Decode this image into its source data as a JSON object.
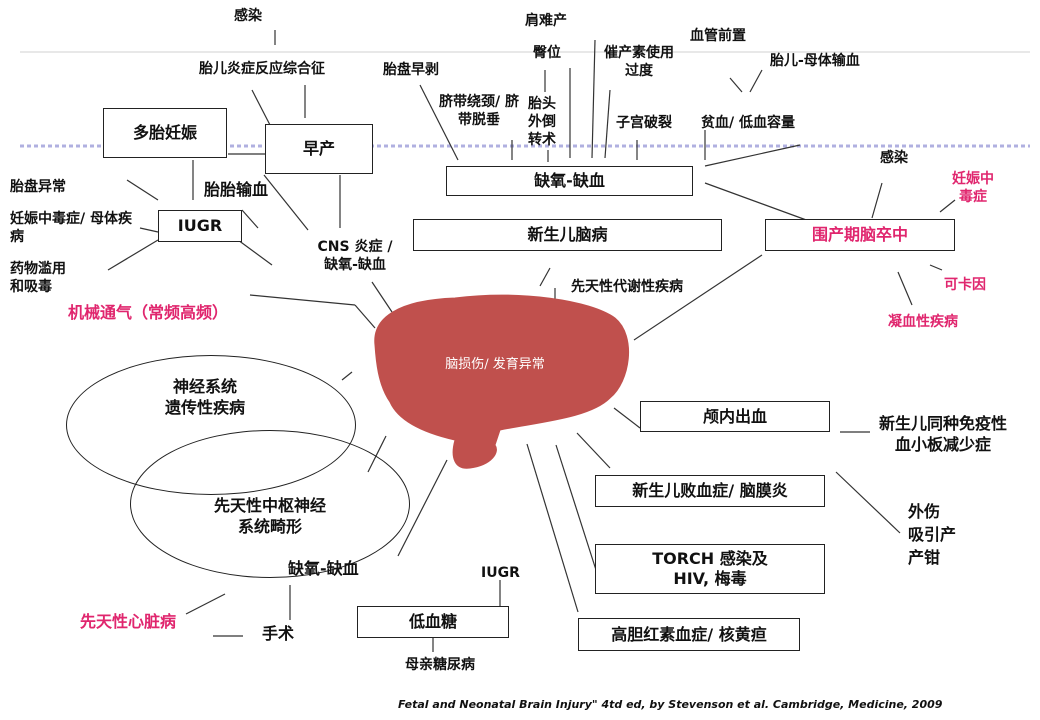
{
  "brain_label": "脑损伤/ 发育异常",
  "citation": "Fetal and Neonatal Brain Injury\" 4td ed, by Stevenson et al. Cambridge, Medicine, 2009",
  "boxes": {
    "multiple_pregnancy": "多胎妊娠",
    "preterm": "早产",
    "iugr": "IUGR",
    "hypoxia_ischemia": "缺氧-缺血",
    "neonatal_encephalopathy": "新生儿脑病",
    "perinatal_stroke": "围产期脑卒中",
    "intracranial_hemorrhage": "颅内出血",
    "neonatal_sepsis": "新生儿败血症/ 脑膜炎",
    "torch_line1": "TORCH 感染及",
    "torch_line2": "HIV, 梅毒",
    "hyperbilirubinemia": "高胆红素血症/ 核黄疸",
    "hypoglycemia": "低血糖"
  },
  "ellipses": {
    "genetic_line1": "神经系统",
    "genetic_line2": "遗传性疾病",
    "malformation_line1": "先天性中枢神经",
    "malformation_line2": "系统畸形"
  },
  "labels": {
    "infection_top": "感染",
    "fetal_inflammatory": "胎儿炎症反应综合征",
    "placental_abruption": "胎盘早剥",
    "shoulder_dystocia": "肩难产",
    "breech": "臀位",
    "oxytocin_line1": "催产素使用",
    "oxytocin_line2": "过度",
    "vascular_previa": "血管前置",
    "fetomaternal": "胎儿-母体输血",
    "cord_line1": "脐带绕颈/ 脐",
    "cord_line2": "带脱垂",
    "head_line1": "胎头",
    "head_line2": "外倒",
    "head_line3": "转术",
    "uterine_rupture": "子宫破裂",
    "anemia": "贫血/ 低血容量",
    "infection_right": "感染",
    "preeclampsia_line1": "妊娠中",
    "preeclampsia_line2": "毒症",
    "cocaine": "可卡因",
    "coagulopathy": "凝血性疾病",
    "placental_anomaly": "胎盘异常",
    "twin_transfusion": "胎胎输血",
    "pih_line1": "妊娠中毒症/ 母体疾",
    "pih_line2": "病",
    "drug_line1": "药物滥用",
    "drug_line2": "和吸毒",
    "cns_line1": "CNS 炎症 /",
    "cns_line2": "缺氧-缺血",
    "ventilation": "机械通气（常频高频）",
    "metabolic": "先天性代谢性疾病",
    "alloimmune_line1": "新生儿同种免疫性",
    "alloimmune_line2": "血小板减少症",
    "trauma_line1": "外伤",
    "trauma_line2": "吸引产",
    "trauma_line3": "产钳",
    "hypoxia_bottom": "缺氧-缺血",
    "chd": "先天性心脏病",
    "surgery": "手术",
    "iugr_bottom": "IUGR",
    "maternal_diabetes": "母亲糖尿病"
  },
  "colors": {
    "brain": "#c0504d",
    "accent_pink": "#e0266e",
    "dotted_band": "#b0b0e0"
  }
}
